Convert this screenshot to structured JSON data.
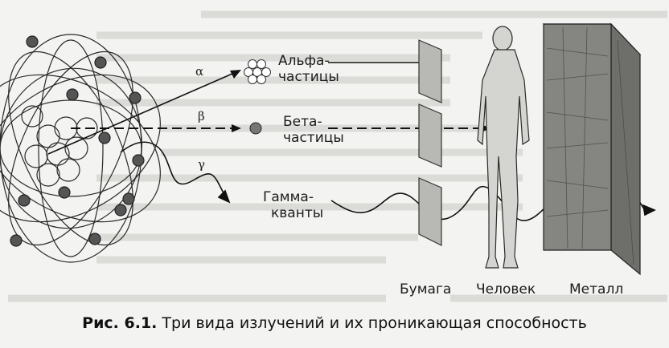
{
  "particles": {
    "alpha": {
      "symbol": "α",
      "line1": "Альфа-",
      "line2": "частицы"
    },
    "beta": {
      "symbol": "β",
      "line1": "Бета-",
      "line2": "частицы"
    },
    "gamma": {
      "symbol": "γ",
      "line1": "Гамма-",
      "line2": "кванты"
    }
  },
  "barriers": {
    "paper": "Бумага",
    "human": "Человек",
    "metal": "Металл"
  },
  "caption": {
    "prefix": "Рис. 6.1.",
    "text": " Три вида излучений и их проникающая способность"
  }
}
